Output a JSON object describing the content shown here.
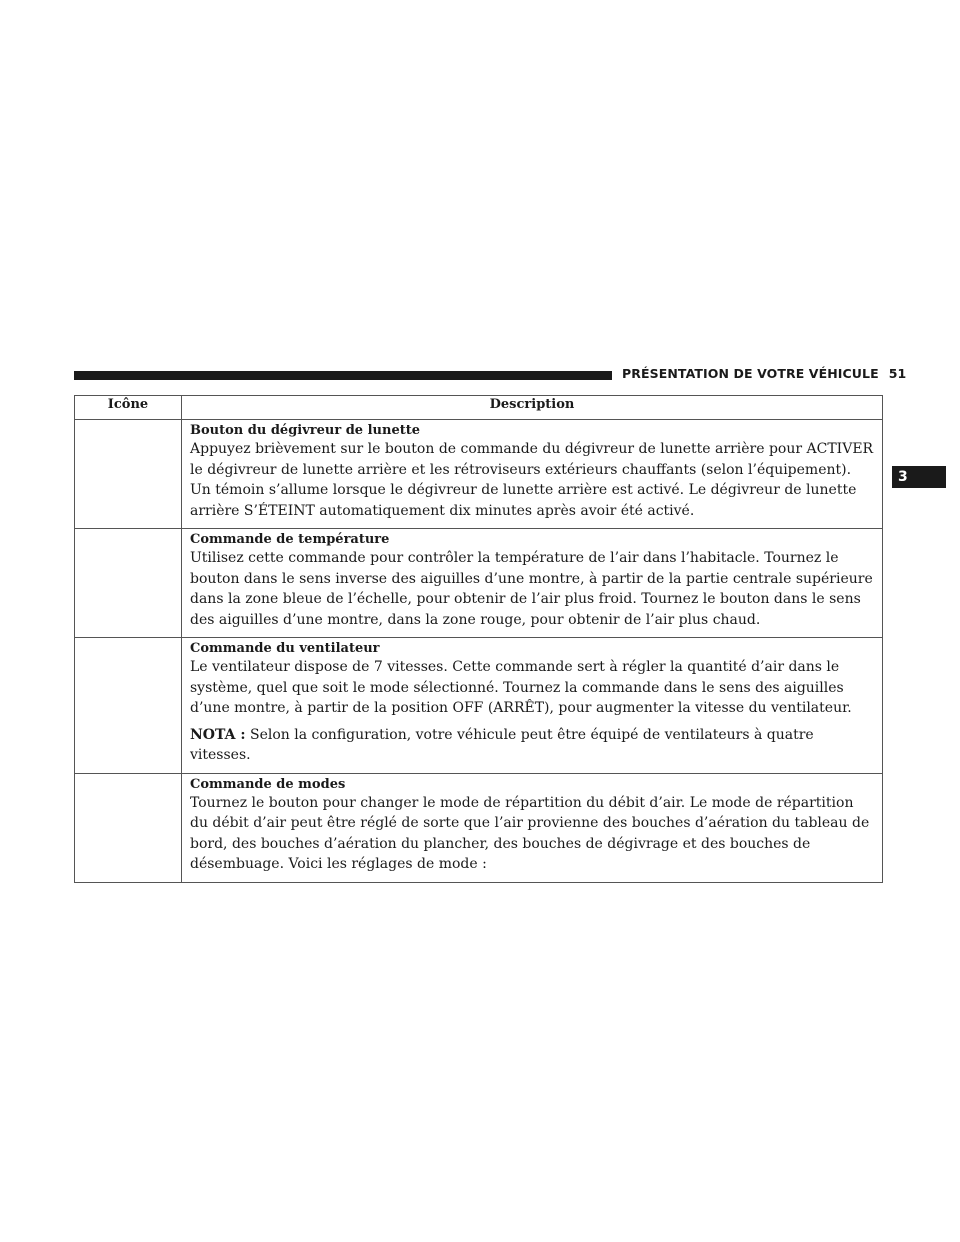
{
  "header": {
    "section_title": "PRÉSENTATION DE VOTRE VÉHICULE",
    "page_number": "51"
  },
  "chapter_tab": "3",
  "table": {
    "columns": [
      "Icône",
      "Description"
    ],
    "rows": [
      {
        "title": "Bouton du dégivreur de lunette",
        "text": "Appuyez brièvement sur le bouton de commande du dégivreur de lunette arrière pour ACTIVER le dégivreur de lunette arrière et les rétroviseurs extérieurs chauffants (selon l’équipement). Un témoin s’allume lorsque le dégivreur de lunette arrière est activé. Le dégivreur de lunette arrière S’ÉTEINT automatiquement dix minutes après avoir été activé."
      },
      {
        "title": "Commande de température",
        "text": "Utilisez cette commande pour contrôler la température de l’air dans l’habitacle. Tournez le bouton dans le sens inverse des aiguilles d’une montre, à partir de la partie centrale supérieure dans la zone bleue de l’échelle, pour obtenir de l’air plus froid. Tournez le bouton dans le sens des aiguilles d’une montre, dans la zone rouge, pour obtenir de l’air plus chaud."
      },
      {
        "title": "Commande du ventilateur",
        "text": "Le ventilateur dispose de 7 vitesses. Cette commande sert à régler la quantité d’air dans le système, quel que soit le mode sélectionné. Tournez la commande dans le sens des aiguilles d’une montre, à partir de la position OFF (ARRÊT), pour augmenter la vitesse du ventilateur.",
        "note_label": "NOTA :",
        "note_text": "Selon la configuration, votre véhicule peut être équipé de ventilateurs à quatre vitesses."
      },
      {
        "title": "Commande de modes",
        "text": "Tournez le bouton pour changer le mode de répartition du débit d’air. Le mode de répartition du débit d’air peut être réglé de sorte que l’air provienne des bouches d’aération du tableau de bord, des bouches d’aération du plancher, des bouches de dégivrage et des bouches de désembuage. Voici les réglages de mode :"
      }
    ]
  }
}
